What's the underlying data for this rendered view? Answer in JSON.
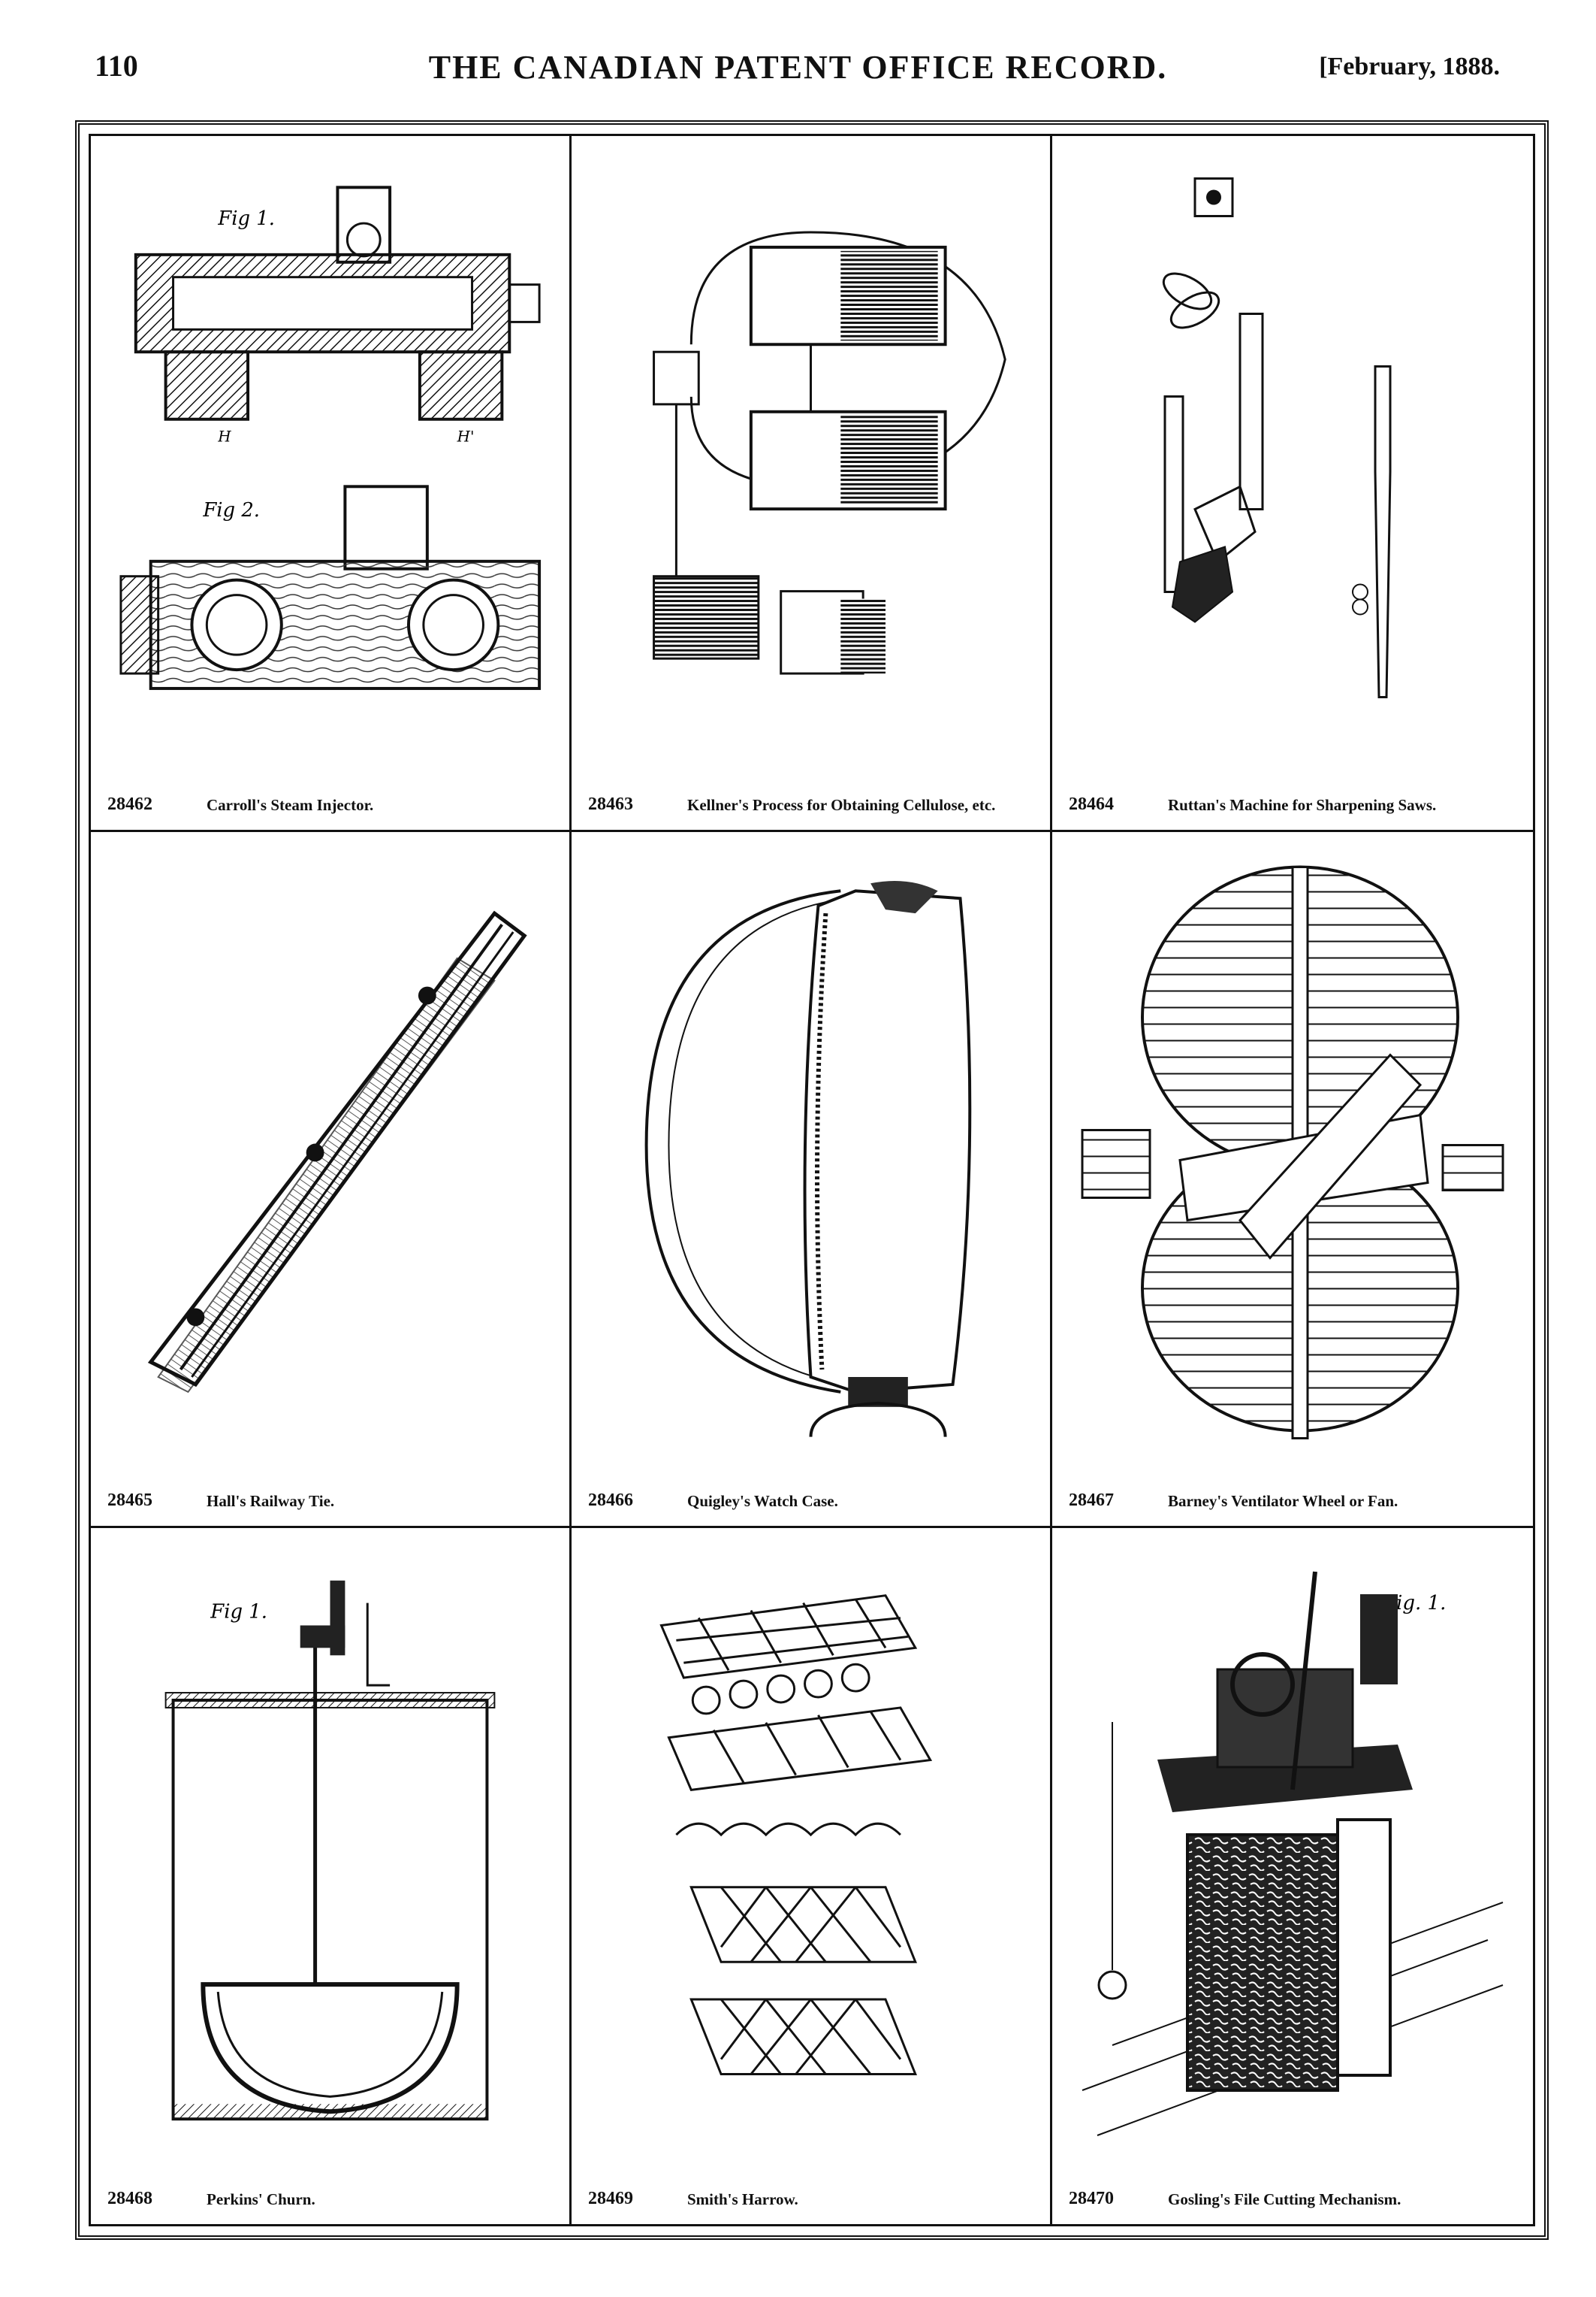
{
  "header": {
    "page_number": "110",
    "journal_title": "THE CANADIAN PATENT OFFICE RECORD.",
    "date": "[February, 1888."
  },
  "patents": [
    {
      "number": "28462",
      "title": "Carroll's Steam Injector."
    },
    {
      "number": "28463",
      "title": "Kellner's Process for Obtaining Cellulose, etc."
    },
    {
      "number": "28464",
      "title": "Ruttan's Machine for Sharpening Saws."
    },
    {
      "number": "28465",
      "title": "Hall's Railway Tie."
    },
    {
      "number": "28466",
      "title": "Quigley's Watch Case."
    },
    {
      "number": "28467",
      "title": "Barney's Ventilator Wheel or Fan."
    },
    {
      "number": "28468",
      "title": "Perkins' Churn."
    },
    {
      "number": "28469",
      "title": "Smith's Harrow."
    },
    {
      "number": "28470",
      "title": "Gosling's File Cutting Mechanism."
    }
  ],
  "figure_labels": {
    "fig1": "Fig 1.",
    "fig2": "Fig 2.",
    "fig_dot_1": "Fig. 1."
  }
}
